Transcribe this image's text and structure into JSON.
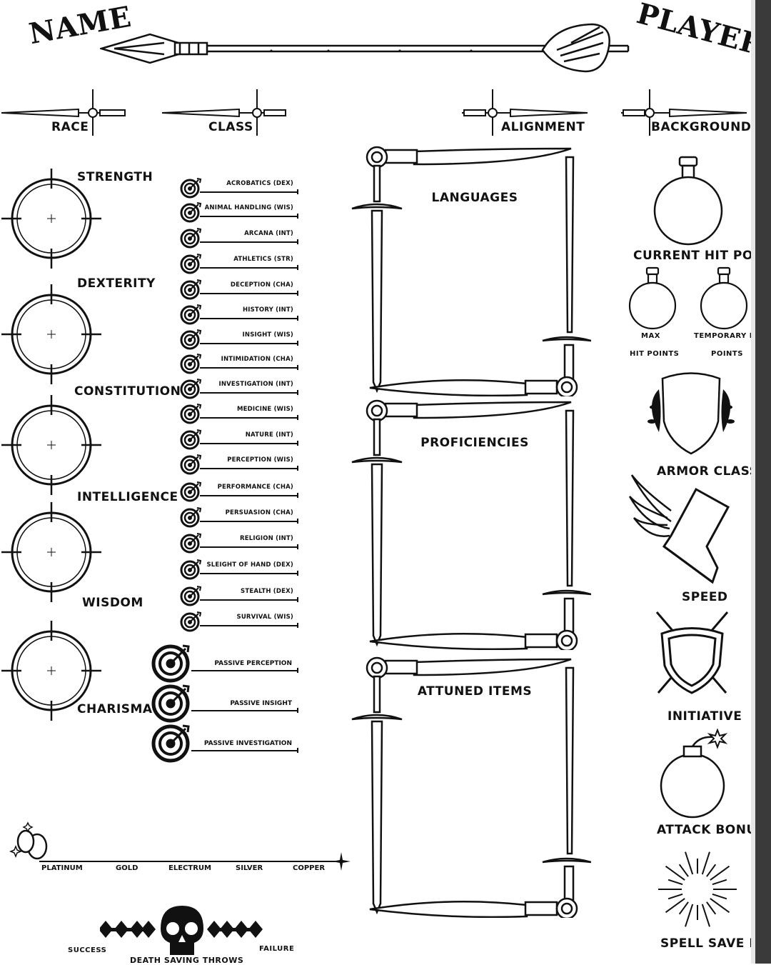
{
  "header": {
    "name_label": "Name",
    "player_label": "Player"
  },
  "details": {
    "race": "RACE",
    "class": "CLASS",
    "alignment": "ALIGNMENT",
    "background": "BACKGROUND"
  },
  "abilities": [
    "STRENGTH",
    "DEXTERITY",
    "CONSTITUTION",
    "INTELLIGENCE",
    "WISDOM",
    "CHARISMA"
  ],
  "skills": [
    "ACROBATICS (DEX)",
    "ANIMAL HANDLING (WIS)",
    "ARCANA (INT)",
    "ATHLETICS (STR)",
    "DECEPTION (CHA)",
    "HISTORY (INT)",
    "INSIGHT (WIS)",
    "INTIMIDATION (CHA)",
    "INVESTIGATION (INT)",
    "MEDICINE (WIS)",
    "NATURE (INT)",
    "PERCEPTION (WIS)",
    "PERFORMANCE (CHA)",
    "PERSUASION (CHA)",
    "RELIGION (INT)",
    "SLEIGHT OF HAND (DEX)",
    "STEALTH (DEX)",
    "SURVIVAL (WIS)"
  ],
  "passives": [
    "PASSIVE PERCEPTION",
    "PASSIVE INSIGHT",
    "PASSIVE INVESTIGATION"
  ],
  "panels": {
    "languages": "LANGUAGES",
    "proficiencies": "PROFICIENCIES",
    "attuned": "ATTUNED ITEMS"
  },
  "stats": {
    "current_hp": "CURRENT HIT POINTS",
    "max_hp_1": "MAX",
    "max_hp_2": "HIT POINTS",
    "temp_hp_1": "TEMPORARY HIT",
    "temp_hp_2": "POINTS",
    "armor_class": "ARMOR CLASS",
    "speed": "SPEED",
    "initiative": "INITIATIVE",
    "attack_bonus": "ATTACK BONUS",
    "spell_save": "SPELL SAVE DC"
  },
  "coins": [
    "PLATINUM",
    "GOLD",
    "ELECTRUM",
    "SILVER",
    "COPPER"
  ],
  "death_saves": {
    "success": "SUCCESS",
    "failure": "FAILURE",
    "title": "DEATH SAVING THROWS"
  },
  "icons": [
    "arrow-icon",
    "sword-icon",
    "crosshair-icon",
    "target-icon",
    "potion-icon",
    "shield-icon",
    "winged-boot-icon",
    "bomb-icon",
    "burst-icon",
    "skull-icon",
    "coin-icon"
  ]
}
